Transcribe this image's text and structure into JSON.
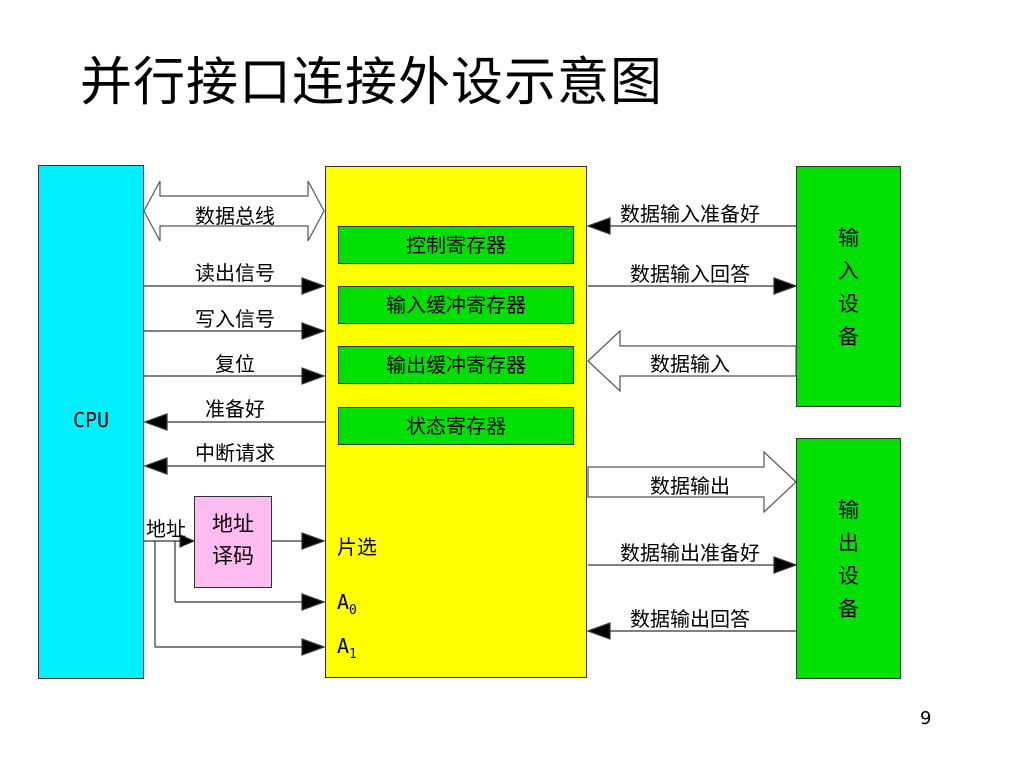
{
  "slide": {
    "title": "并行接口连接外设示意图",
    "page_number": "9"
  },
  "blocks": {
    "cpu": "CPU",
    "decoder": "地址\n译码",
    "input_device": "输\n入\n设\n备",
    "output_device": "输\n出\n设\n备"
  },
  "registers": [
    "控制寄存器",
    "输入缓冲寄存器",
    "输出缓冲寄存器",
    "状态寄存器"
  ],
  "cpu_side_signals": {
    "data_bus": "数据总线",
    "read": "读出信号",
    "write": "写入信号",
    "reset": "复位",
    "ready": "准备好",
    "interrupt": "中断请求",
    "address": "地址"
  },
  "interface_pins": {
    "chip_select": "片选",
    "a0": "A",
    "a0_sub": "0",
    "a1": "A",
    "a1_sub": "1"
  },
  "device_side_signals": {
    "in_ready": "数据输入准备好",
    "in_ack": "数据输入回答",
    "in_data": "数据输入",
    "out_data": "数据输出",
    "out_ready": "数据输出准备好",
    "out_ack": "数据输出回答"
  },
  "colors": {
    "cpu": "#00f0ff",
    "interface": "#ffff00",
    "register": "#00e000",
    "device": "#00e000",
    "decoder": "#ffbcf0"
  }
}
